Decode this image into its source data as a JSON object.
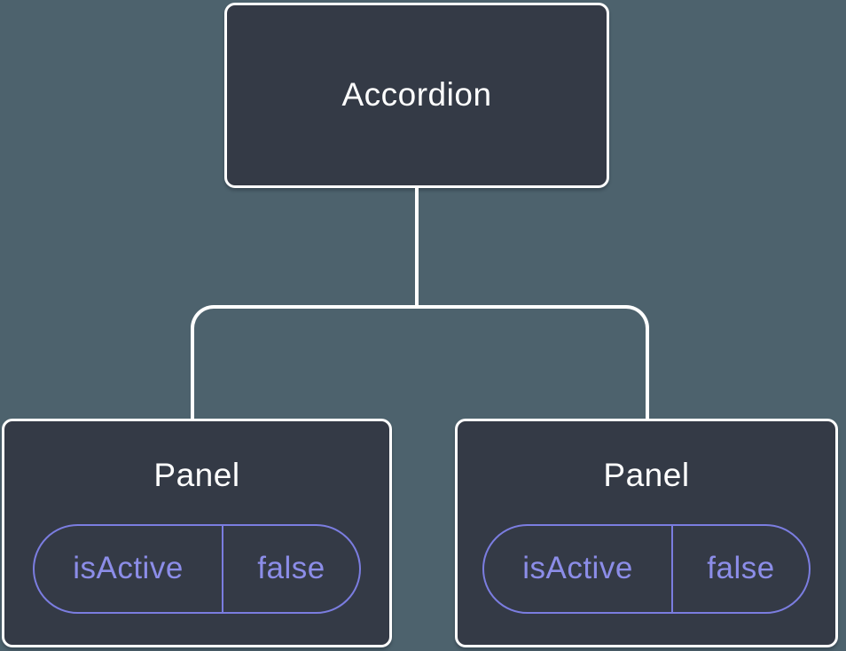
{
  "colors": {
    "background": "#4D626D",
    "node_fill": "#343A46",
    "node_border": "#FFFFFF",
    "connector": "#FFFFFF",
    "title_text": "#FFFFFF",
    "state_border": "#7B7DE0",
    "state_text": "#8C8DE8"
  },
  "tree": {
    "root": {
      "label": "Accordion"
    },
    "children": [
      {
        "label": "Panel",
        "state": {
          "name": "isActive",
          "value": "false"
        }
      },
      {
        "label": "Panel",
        "state": {
          "name": "isActive",
          "value": "false"
        }
      }
    ]
  }
}
